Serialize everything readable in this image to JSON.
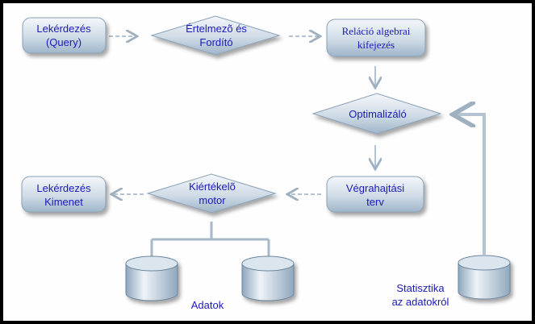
{
  "diagram": {
    "nodes": {
      "query": {
        "line1": "Lekérdezés",
        "line2": "(Query)"
      },
      "parser": {
        "line1": "Értelmezõ és",
        "line2": "Fordító"
      },
      "relalg": {
        "line1": "Reláció algebrai",
        "line2": "kifejezés"
      },
      "optimizer": {
        "label": "Optimalizáló"
      },
      "plan": {
        "line1": "Végrahajtási",
        "line2": "terv"
      },
      "engine": {
        "line1": "Kiértékelõ",
        "line2": "motor"
      },
      "output": {
        "line1": "Lekérdezés",
        "line2": "Kimenet"
      }
    },
    "data_label": "Adatok",
    "stats_label_line1": "Statisztika",
    "stats_label_line2": "az adatokról"
  },
  "colors": {
    "node_fill_top": "#eef3f8",
    "node_fill_bottom": "#a9bfd2",
    "text": "#1a1ab8",
    "connector": "#b8c8d8"
  }
}
